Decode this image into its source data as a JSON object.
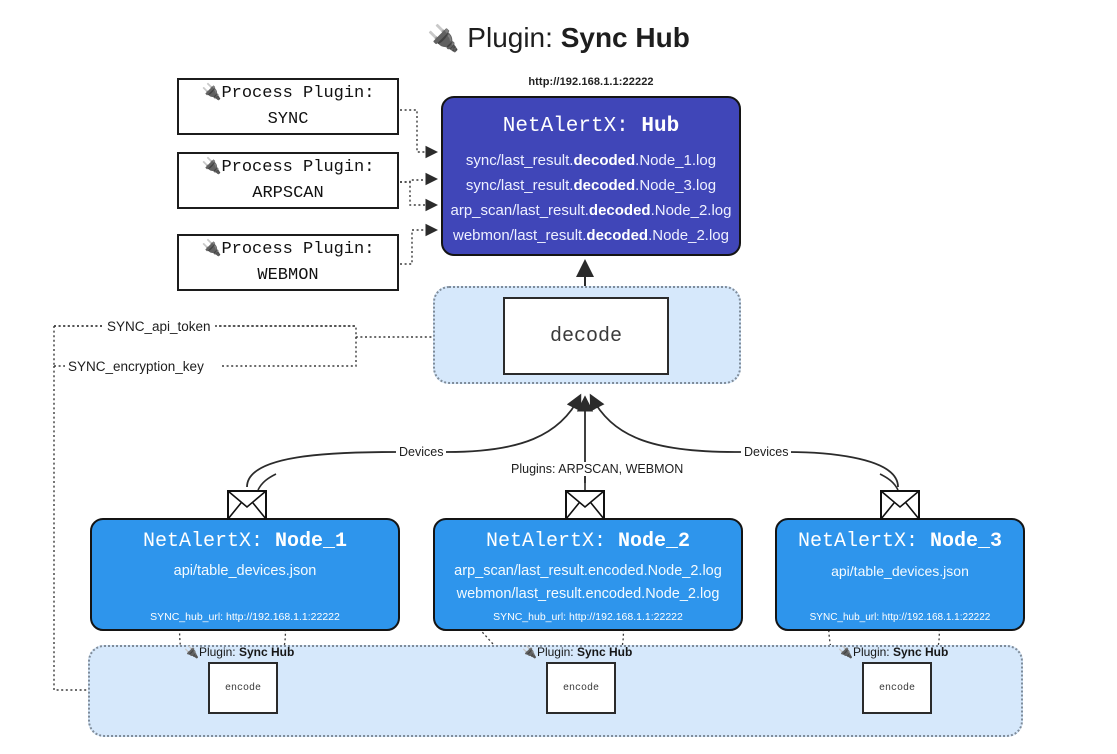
{
  "title": {
    "icon": "plug-icon",
    "prefix": "Plugin:",
    "name": "Sync Hub"
  },
  "process_plugins": [
    {
      "icon": "plug-icon",
      "line1": "Process Plugin:",
      "line2": "SYNC",
      "name": "SYNC"
    },
    {
      "icon": "plug-icon",
      "line1": "Process Plugin:",
      "line2": "ARPSCAN",
      "name": "ARPSCAN"
    },
    {
      "icon": "plug-icon",
      "line1": "Process Plugin:",
      "line2": "WEBMON",
      "name": "WEBMON"
    }
  ],
  "hub": {
    "url": "http://192.168.1.1:22222",
    "title_prefix": "NetAlertX:",
    "title_name": "Hub",
    "lines": [
      {
        "pre": "sync/last_result.",
        "em": "decoded",
        "post": ".Node_1.log"
      },
      {
        "pre": "sync/last_result.",
        "em": "decoded",
        "post": ".Node_3.log"
      },
      {
        "pre": "arp_scan/last_result.",
        "em": "decoded",
        "post": ".Node_2.log"
      },
      {
        "pre": "webmon/last_result.",
        "em": "decoded",
        "post": ".Node_2.log"
      }
    ]
  },
  "decode": {
    "label": "decode"
  },
  "settings": {
    "api_token": "SYNC_api_token",
    "encryption_key": "SYNC_encryption_key"
  },
  "edges": {
    "devices_left": "Devices",
    "devices_right": "Devices",
    "plugins_mid": "Plugins: ARPSCAN, WEBMON"
  },
  "nodes": [
    {
      "title_prefix": "NetAlertX:",
      "title_name": "Node_1",
      "lines": [
        "api/table_devices.json"
      ],
      "footer": "SYNC_hub_url: http://192.168.1.1:22222",
      "envelope_icon": "envelope-icon"
    },
    {
      "title_prefix": "NetAlertX:",
      "title_name": "Node_2",
      "lines": [
        "arp_scan/last_result.encoded.Node_2.log",
        "webmon/last_result.encoded.Node_2.log"
      ],
      "footer": "SYNC_hub_url: http://192.168.1.1:22222",
      "envelope_icon": "envelope-icon"
    },
    {
      "title_prefix": "NetAlertX:",
      "title_name": "Node_3",
      "lines": [
        "api/table_devices.json"
      ],
      "footer": "SYNC_hub_url: http://192.168.1.1:22222",
      "envelope_icon": "envelope-icon"
    }
  ],
  "encoders": [
    {
      "plugin_prefix": "Plugin:",
      "plugin_name": "Sync Hub",
      "label": "encode",
      "icon": "plug-icon"
    },
    {
      "plugin_prefix": "Plugin:",
      "plugin_name": "Sync Hub",
      "label": "encode",
      "icon": "plug-icon"
    },
    {
      "plugin_prefix": "Plugin:",
      "plugin_name": "Sync Hub",
      "label": "encode",
      "icon": "plug-icon"
    }
  ],
  "colors": {
    "hub_fill": "#4046b8",
    "node_fill": "#2e95ec",
    "container_fill": "#d6e8fb",
    "stroke": "#141414",
    "dotted_stroke": "#7f8c9a"
  }
}
